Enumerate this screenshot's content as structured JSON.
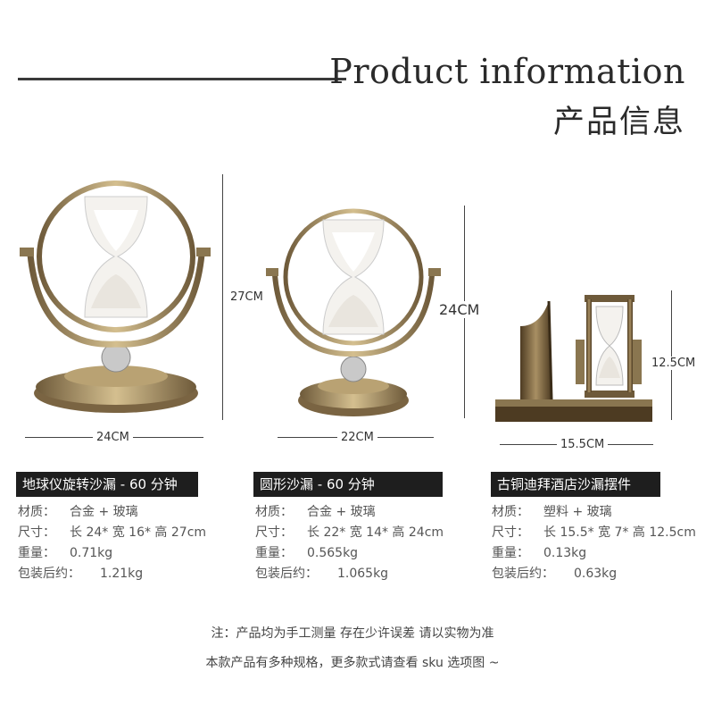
{
  "header": {
    "title_en": "Product information",
    "title_zh": "产品信息"
  },
  "products": [
    {
      "name": "地球仪旋转沙漏 - 60 分钟",
      "height_label": "27CM",
      "width_label": "24CM",
      "specs": [
        {
          "label": "材质：",
          "value": "合金 + 玻璃"
        },
        {
          "label": "尺寸：",
          "value": "长 24* 宽 16* 高 27cm"
        },
        {
          "label": "重量：",
          "value": "0.71kg"
        },
        {
          "label": "包装后约：",
          "value": "1.21kg"
        }
      ]
    },
    {
      "name": "圆形沙漏 - 60 分钟",
      "height_label": "24CM",
      "width_label": "22CM",
      "specs": [
        {
          "label": "材质：",
          "value": "合金 + 玻璃"
        },
        {
          "label": "尺寸：",
          "value": "长 22* 宽 14* 高 24cm"
        },
        {
          "label": "重量：",
          "value": "0.565kg"
        },
        {
          "label": "包装后约：",
          "value": "1.065kg"
        }
      ]
    },
    {
      "name": "古铜迪拜酒店沙漏摆件",
      "height_label": "12.5CM",
      "width_label": "15.5CM",
      "specs": [
        {
          "label": "材质：",
          "value": "塑料 + 玻璃"
        },
        {
          "label": "尺寸：",
          "value": "长 15.5* 宽 7* 高 12.5cm"
        },
        {
          "label": "重量：",
          "value": "0.13kg"
        },
        {
          "label": "包装后约：",
          "value": "0.63kg"
        }
      ]
    }
  ],
  "notes": [
    "注：产品均为手工测量 存在少许误差 请以实物为准",
    "本款产品有多种规格，更多款式请查看 sku 选项图 ~"
  ],
  "colors": {
    "brass": "#a88f63",
    "brass_dark": "#6e5a3a",
    "sand": "#f2f0ec",
    "bar": "#1e1e1e"
  }
}
